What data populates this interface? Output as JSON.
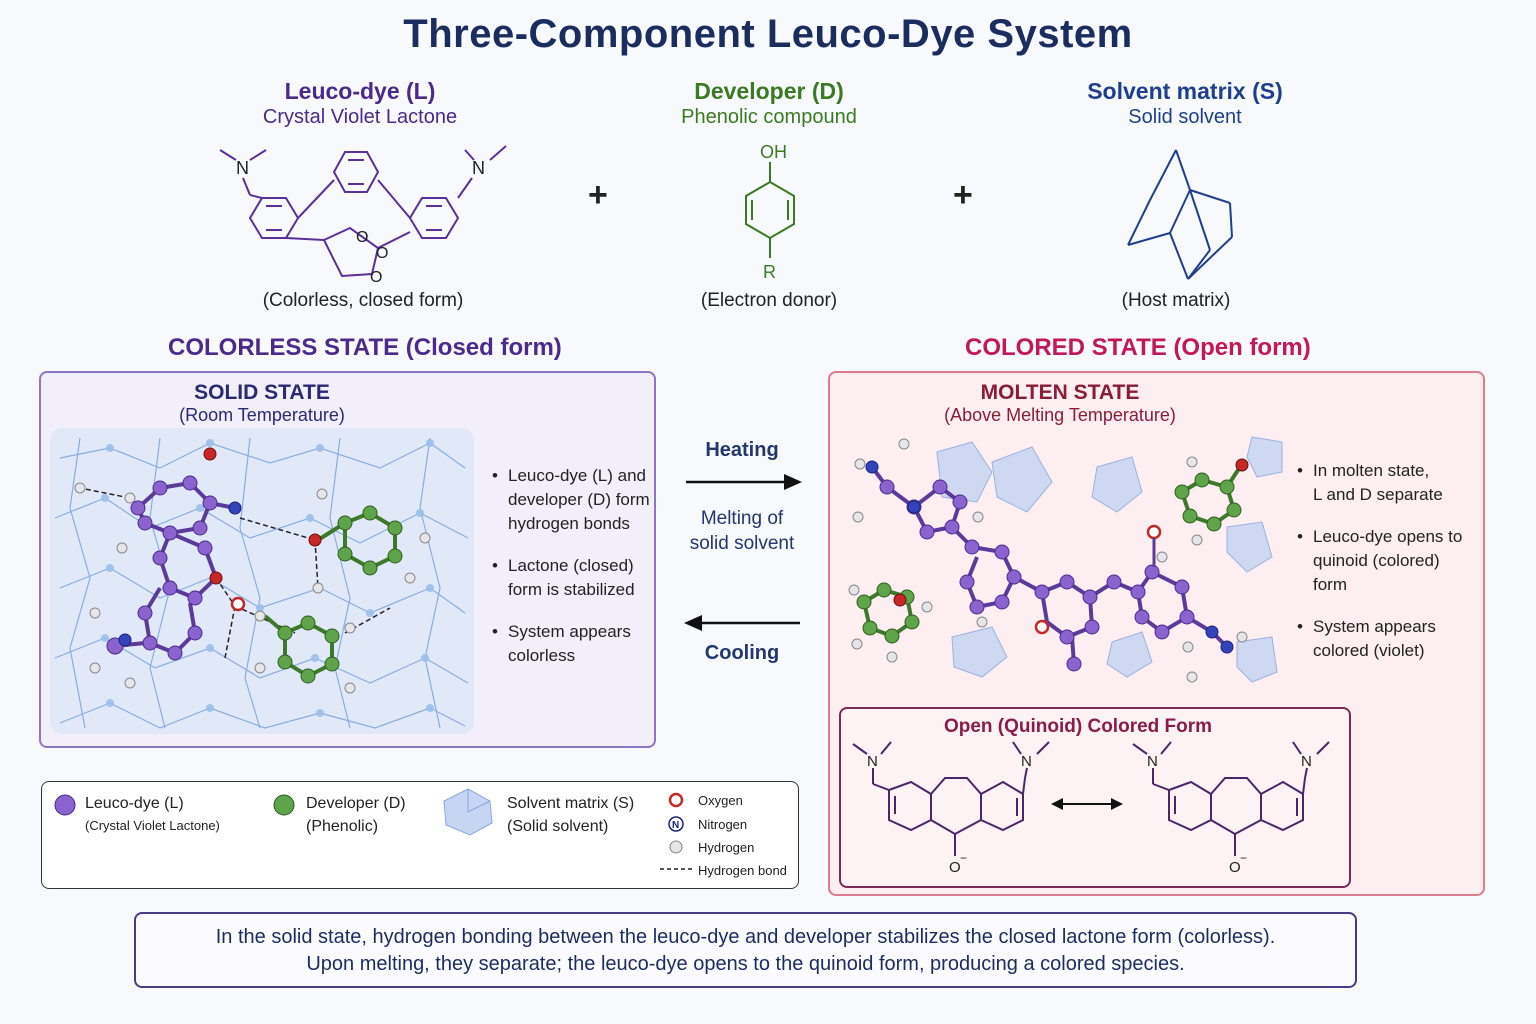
{
  "title": "Three-Component Leuco-Dye System",
  "components": [
    {
      "name": "Leuco-dye (L)",
      "subtitle": "Crystal Violet Lactone",
      "note": "(Colorless, closed form)",
      "color": "#4b2a8c"
    },
    {
      "name": "Developer (D)",
      "subtitle": "Phenolic compound",
      "note": "(Electron donor)",
      "color": "#3b7a22"
    },
    {
      "name": "Solvent matrix (S)",
      "subtitle": "Solid solvent",
      "note": "(Host matrix)",
      "color": "#1f3f8c"
    }
  ],
  "plus_sign": "+",
  "structure_labels": {
    "N": "N",
    "O": "O",
    "OH": "OH",
    "R": "R",
    "O_minus": "O",
    "minus": "−"
  },
  "colorless": {
    "heading": "COLORLESS STATE (Closed form)",
    "panel_title": "SOLID STATE",
    "panel_sub": "(Room Temperature)",
    "bullets": [
      [
        "Leuco-dye (L) and",
        "developer (D) form",
        "hydrogen bonds"
      ],
      [
        "Lactone (closed)",
        "form is stabilized"
      ],
      [
        "System appears",
        "colorless"
      ]
    ],
    "color": "#4b2a8c"
  },
  "colored": {
    "heading": "COLORED STATE (Open form)",
    "panel_title": "MOLTEN STATE",
    "panel_sub": "(Above Melting Temperature)",
    "bullets": [
      [
        "In molten state,",
        "L and D separate"
      ],
      [
        "Leuco-dye opens to",
        "quinoid (colored)",
        "form"
      ],
      [
        "System appears",
        "colored (violet)"
      ]
    ],
    "color": "#c2185b"
  },
  "transition": {
    "heating": "Heating",
    "melting": [
      "Melting of",
      "solid solvent"
    ],
    "cooling": "Cooling"
  },
  "quinoid": {
    "title": "Open (Quinoid) Colored Form",
    "color": "#8a1c4a"
  },
  "legend": {
    "leuco": [
      "Leuco-dye (L)",
      "(Crystal Violet Lactone)"
    ],
    "developer": [
      "Developer (D)",
      "(Phenolic)"
    ],
    "solvent": [
      "Solvent matrix (S)",
      "(Solid solvent)"
    ],
    "atoms": {
      "oxygen": "Oxygen",
      "nitrogen": "Nitrogen",
      "hydrogen": "Hydrogen",
      "hbond": "Hydrogen bond",
      "n_symbol": "N"
    }
  },
  "summary": [
    "In the solid state, hydrogen bonding between the leuco-dye and developer stabilizes the closed lactone form (colorless).",
    "Upon melting, they separate; the leuco-dye opens to the quinoid form, producing a colored species."
  ]
}
